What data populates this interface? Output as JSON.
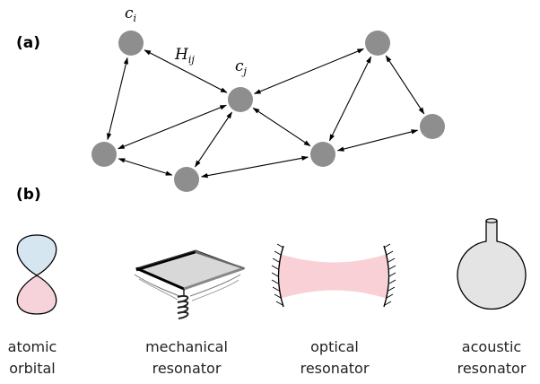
{
  "panel_a": {
    "label": "(a)",
    "node_label_i": {
      "base": "c",
      "sub": "i"
    },
    "node_label_j": {
      "base": "c",
      "sub": "j"
    },
    "coupling_label": {
      "base": "H",
      "sub": "ij"
    }
  },
  "panel_b": {
    "label": "(b)",
    "items": [
      {
        "line1": "atomic",
        "line2": "orbital"
      },
      {
        "line1": "mechanical",
        "line2": "resonator"
      },
      {
        "line1": "optical",
        "line2": "resonator"
      },
      {
        "line1": "acoustic",
        "line2": "resonator"
      }
    ]
  },
  "colors": {
    "node": "#8e8e8e",
    "orbital_top": "#d6e6f1",
    "orbital_bottom": "#f6d3da",
    "optical_beam": "#f8d0d6",
    "acoustic_body": "#e4e4e4"
  }
}
